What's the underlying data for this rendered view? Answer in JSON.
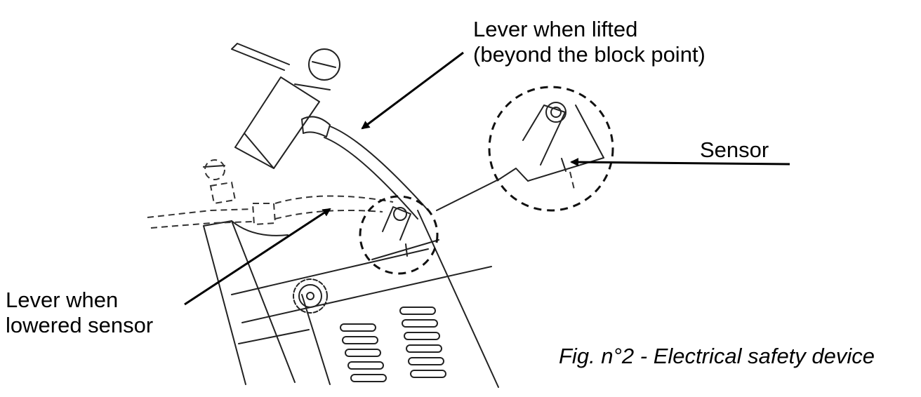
{
  "labels": {
    "lever_lifted_line1": "Lever when lifted",
    "lever_lifted_line2": "(beyond the block point)",
    "sensor": "Sensor",
    "lever_lowered_line1": "Lever when",
    "lever_lowered_line2": "lowered sensor"
  },
  "caption": "Fig. n°2 - Electrical safety device",
  "colors": {
    "line": "#222222",
    "background": "#ffffff"
  }
}
